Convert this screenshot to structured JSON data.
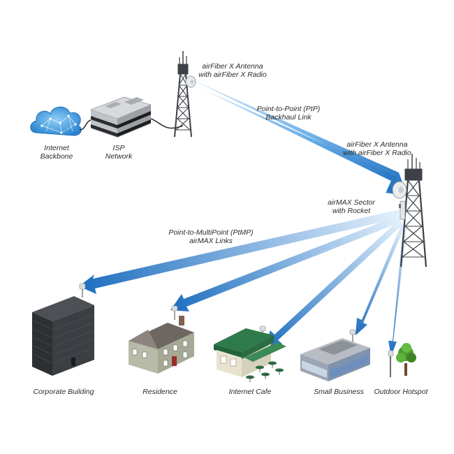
{
  "labels": {
    "internet_backbone": [
      "Internet",
      "Backbone"
    ],
    "isp_network": [
      "ISP",
      "Network"
    ],
    "airfiber_top": [
      "airFiber X Antenna",
      "with airFiber X Radio"
    ],
    "ptp_link": [
      "Point-to-Point (PtP)",
      "Backhaul Link"
    ],
    "airfiber_right": [
      "airFiber X Antenna",
      "with airFiber X Radio"
    ],
    "airmax_sector": [
      "airMAX Sector",
      "with Rocket"
    ],
    "ptmp_links": [
      "Point-to-MultiPoint (PtMP)",
      "airMAX Links"
    ],
    "corporate_building": "Corporate Building",
    "residence": "Residence",
    "internet_cafe": "Internet Cafe",
    "small_business": "Small Business",
    "outdoor_hotspot": "Outdoor Hotspot"
  },
  "colors": {
    "beam_dark": "#1f6fc0",
    "beam_light": "#cfe6fa",
    "tower": "#3d4046",
    "cloud": "#2e8fd6",
    "roof_green": "#2f7a4a"
  },
  "icons": [
    "cloud-icon",
    "server-icon",
    "tower-icon",
    "antenna-icon",
    "building-icon",
    "house-icon",
    "cafe-icon",
    "business-icon",
    "tree-icon"
  ]
}
